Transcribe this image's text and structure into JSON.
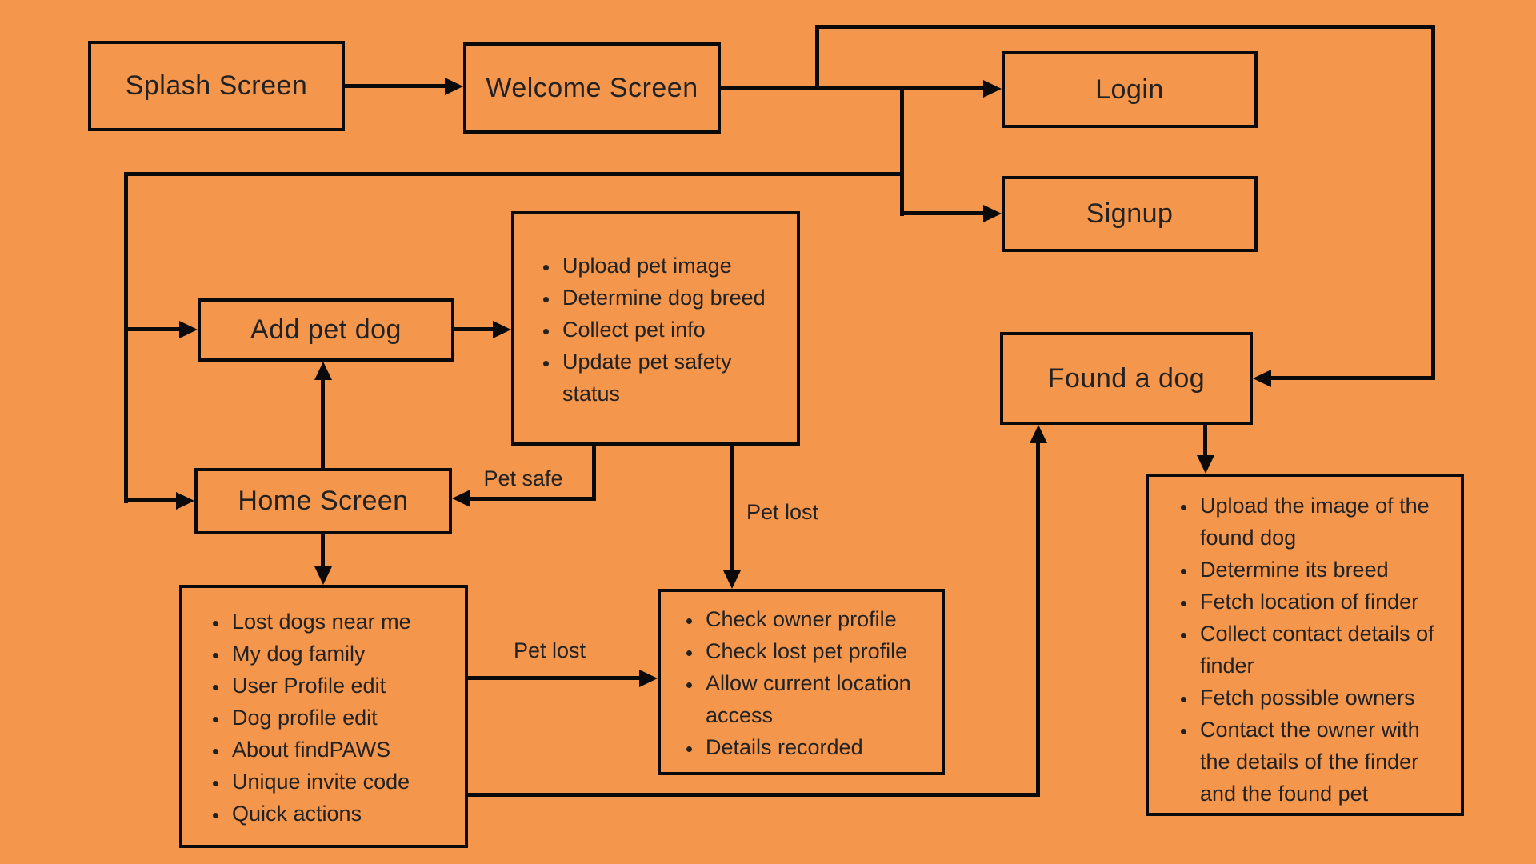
{
  "diagram": {
    "background_color": "#F5964D",
    "line_color": "#0a0a0a",
    "text_color": "#222222",
    "nodes": {
      "splash": {
        "label": "Splash Screen"
      },
      "welcome": {
        "label": "Welcome Screen"
      },
      "login": {
        "label": "Login"
      },
      "signup": {
        "label": "Signup"
      },
      "add_pet": {
        "label": "Add pet dog"
      },
      "home": {
        "label": "Home Screen"
      },
      "found": {
        "label": "Found a dog"
      },
      "pet_actions": {
        "items": [
          "Upload pet image",
          "Determine dog breed",
          "Collect pet info",
          "Update pet safety status"
        ]
      },
      "home_menu": {
        "items": [
          "Lost dogs near me",
          "My dog family",
          "User Profile edit",
          "Dog profile edit",
          "About findPAWS",
          "Unique invite code",
          "Quick actions"
        ]
      },
      "lost_flow": {
        "items": [
          "Check owner profile",
          "Check lost pet profile",
          "Allow current location access",
          "Details recorded"
        ]
      },
      "found_flow": {
        "items": [
          "Upload the image of the found dog",
          "Determine its breed",
          "Fetch location of finder",
          "Collect contact details of finder",
          "Fetch possible owners",
          "Contact the owner with the details of the finder and the found pet"
        ]
      }
    },
    "edge_labels": {
      "pet_safe": "Pet safe",
      "pet_lost_down": "Pet lost",
      "pet_lost_right": "Pet lost"
    }
  }
}
